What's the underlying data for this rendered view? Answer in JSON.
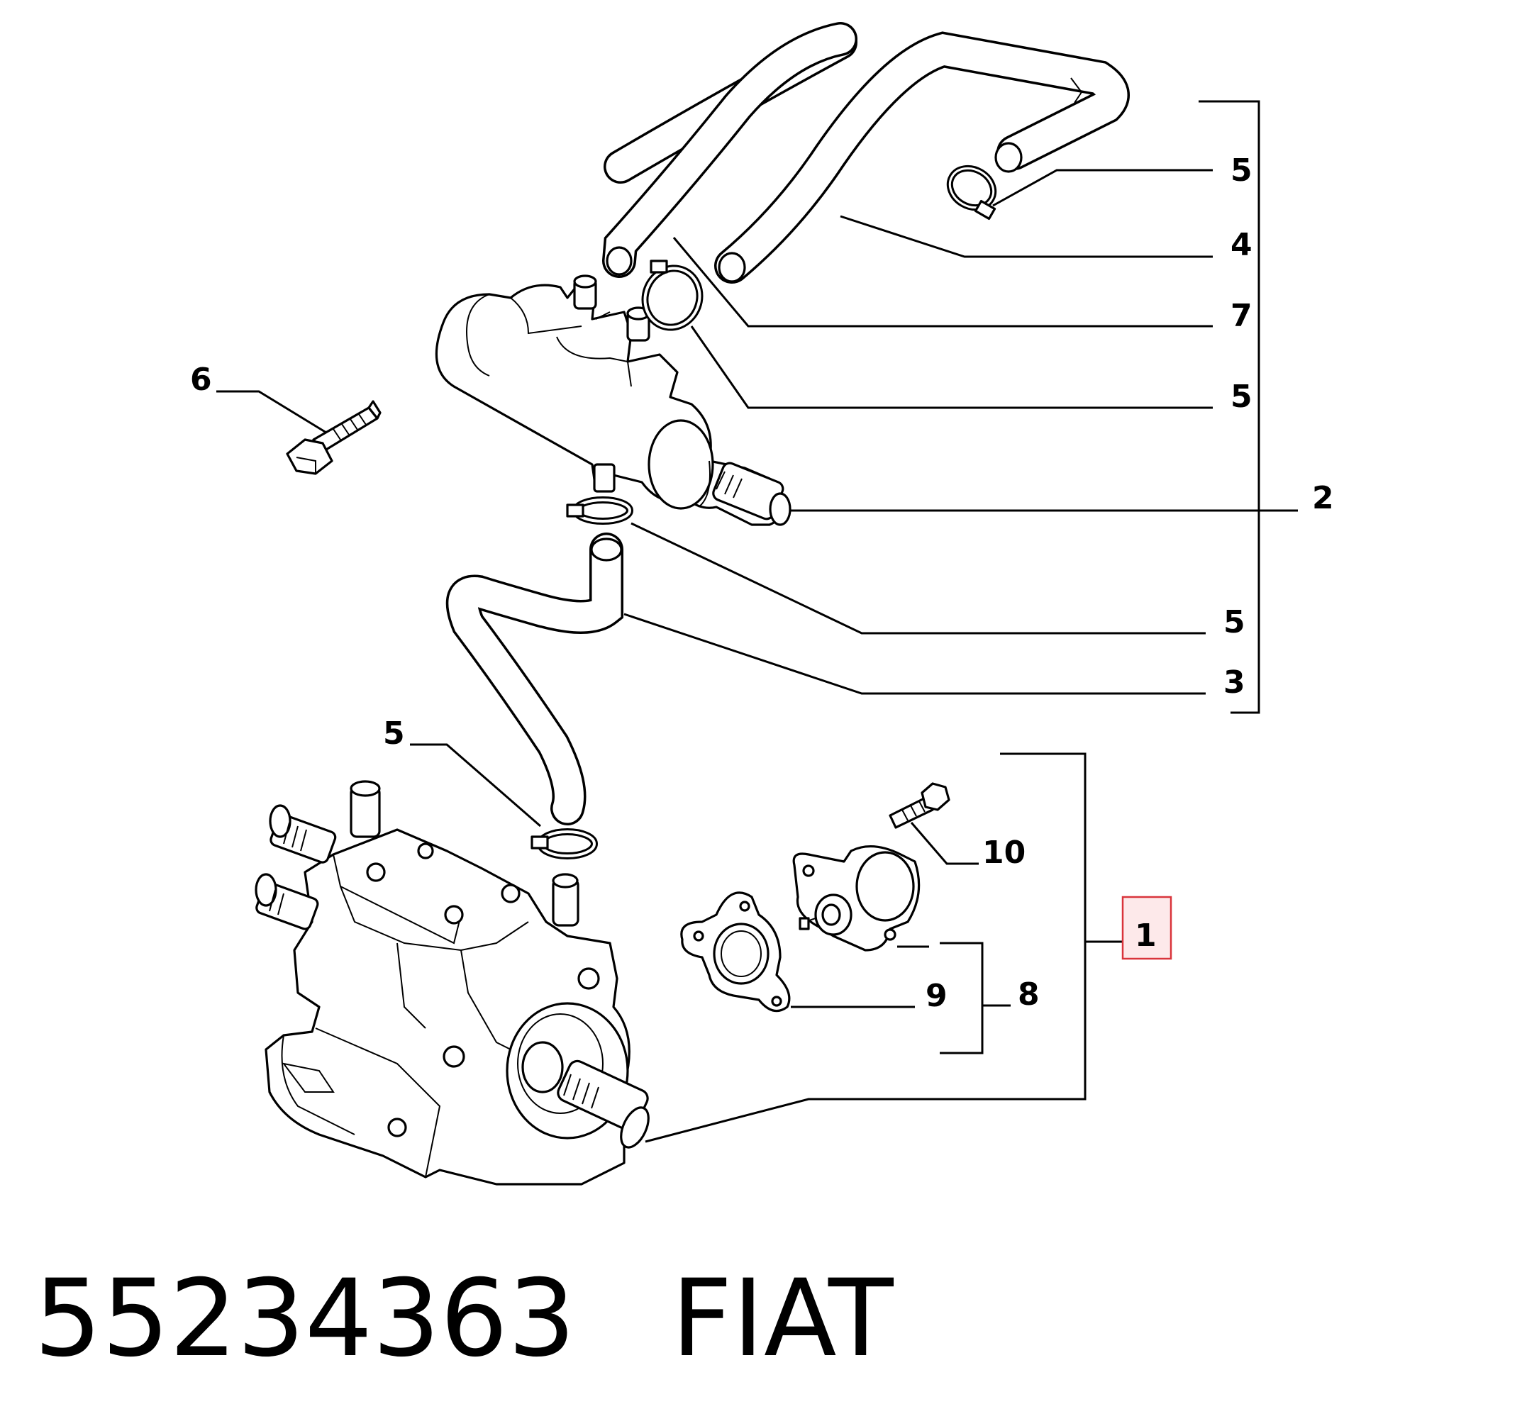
{
  "diagram": {
    "callouts": [
      {
        "id": "5a",
        "text": "5"
      },
      {
        "id": "4",
        "text": "4"
      },
      {
        "id": "7",
        "text": "7"
      },
      {
        "id": "5b",
        "text": "5"
      },
      {
        "id": "6",
        "text": "6"
      },
      {
        "id": "2",
        "text": "2"
      },
      {
        "id": "5c",
        "text": "5"
      },
      {
        "id": "3",
        "text": "3"
      },
      {
        "id": "5d",
        "text": "5"
      },
      {
        "id": "10",
        "text": "10"
      },
      {
        "id": "1",
        "text": "1"
      },
      {
        "id": "9",
        "text": "9"
      },
      {
        "id": "8",
        "text": "8"
      }
    ],
    "highlight_color": "#d9343b",
    "highlight_fill": "#fde9ea"
  },
  "caption": {
    "part_number": "55234363",
    "brand": "FIAT"
  }
}
